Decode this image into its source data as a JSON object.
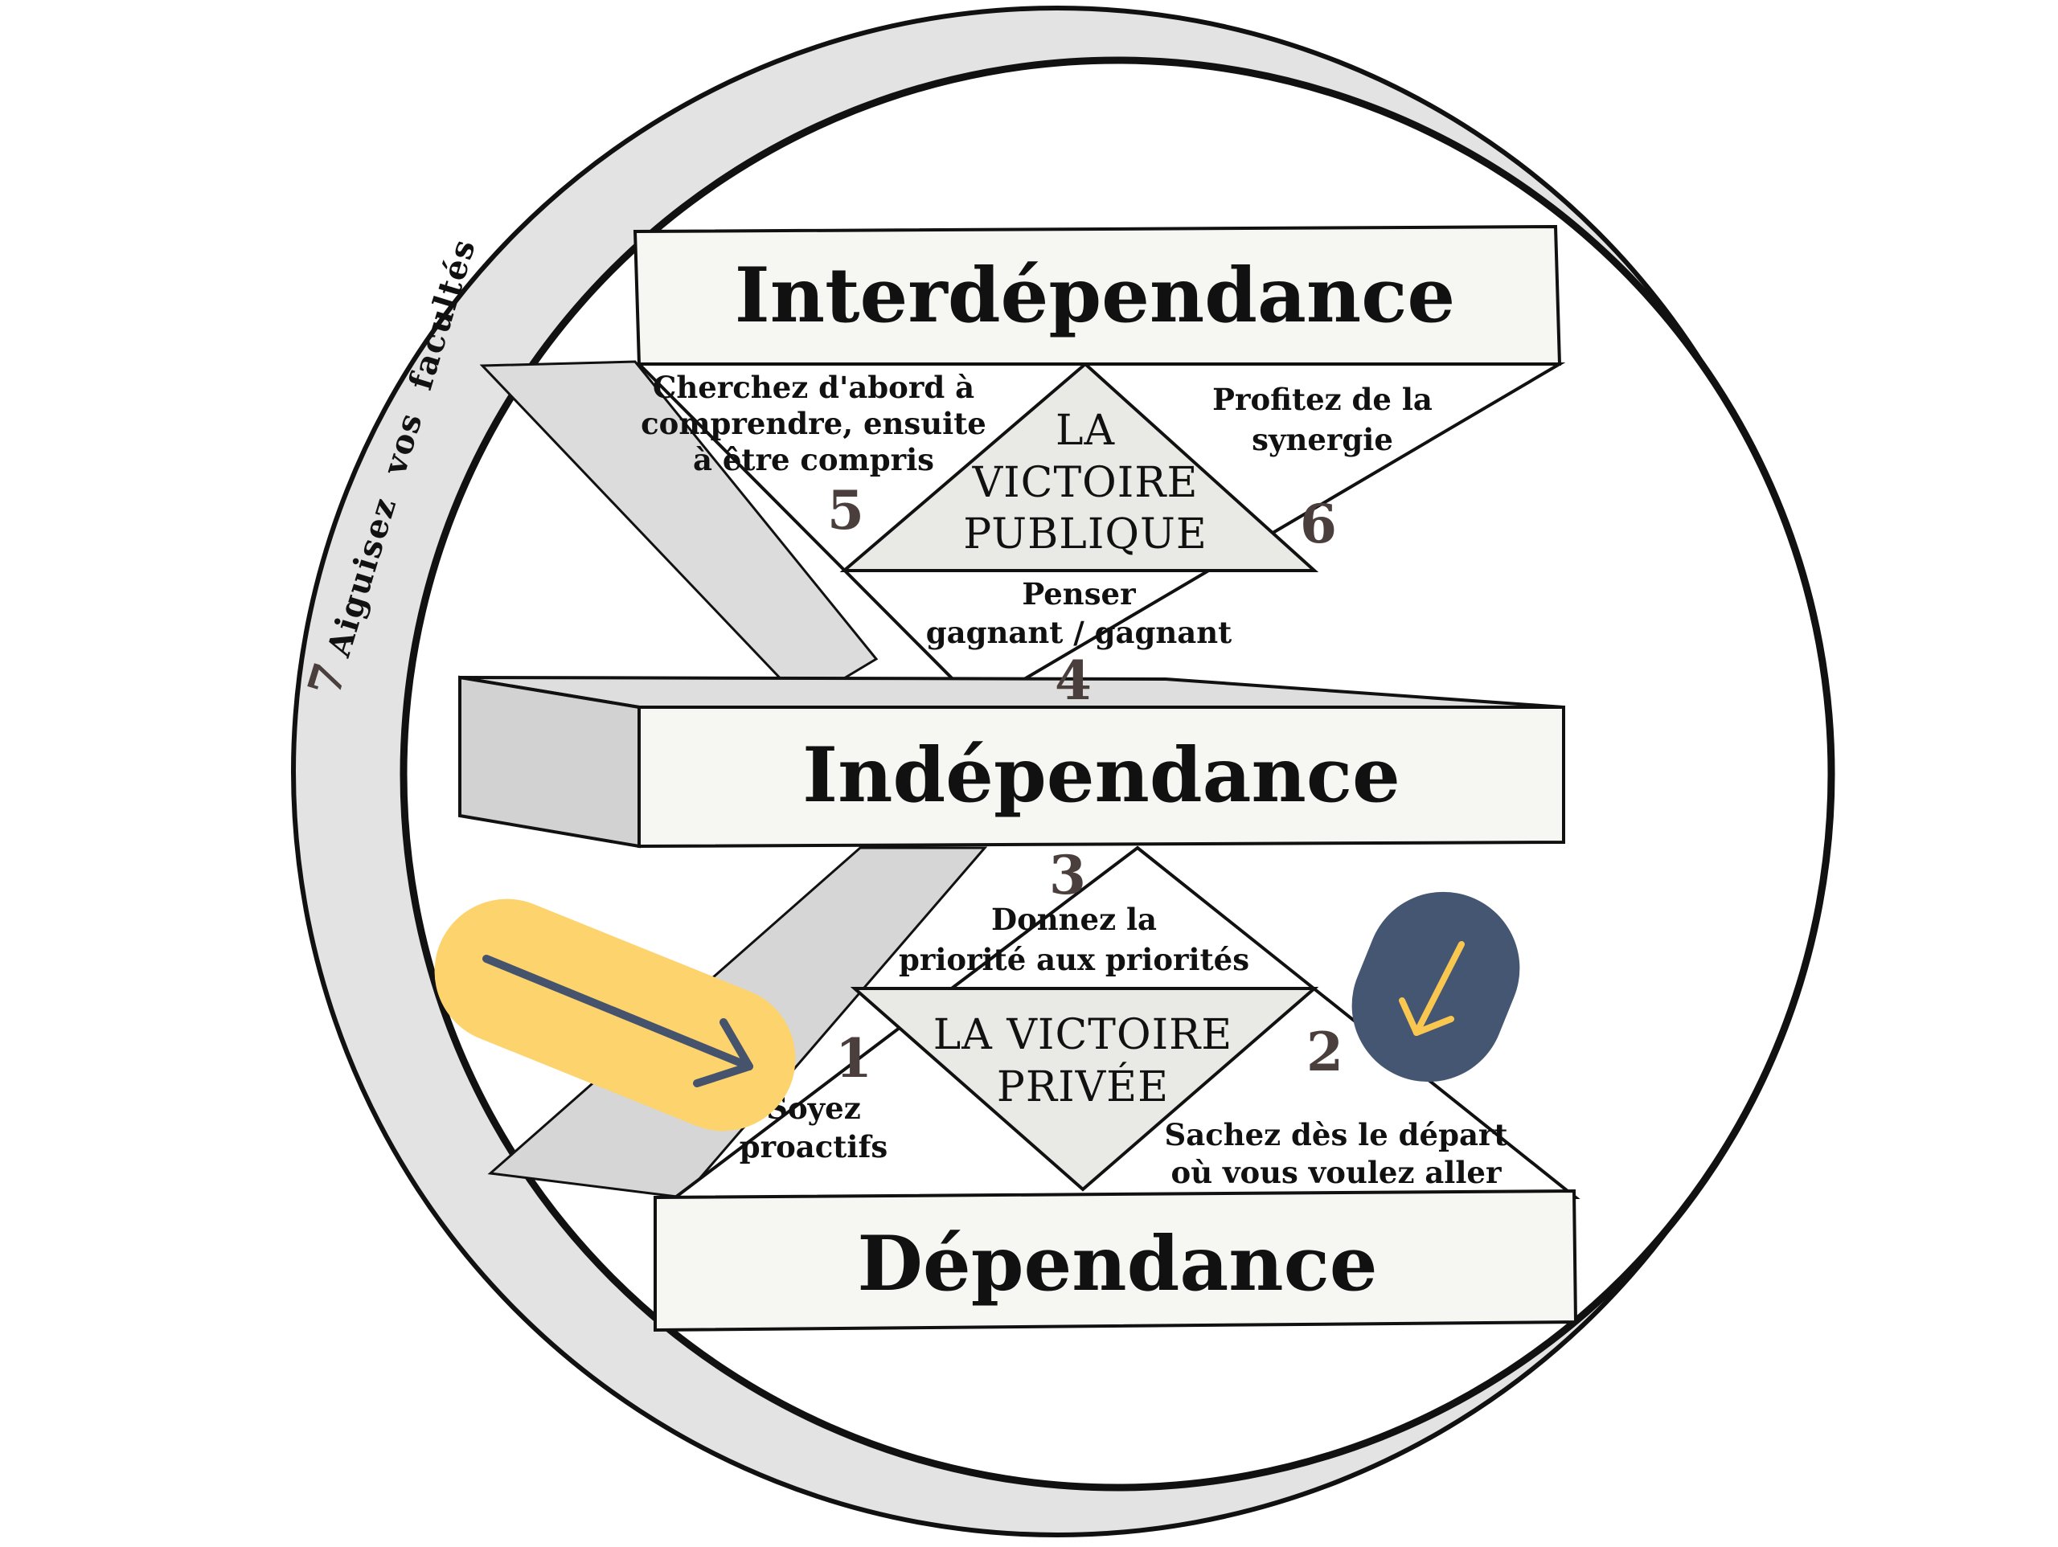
{
  "colors": {
    "background": "#ffffff",
    "box_fill": "#f6f6f3",
    "band_fill": "#dcdcdc",
    "ring_fill": "#e3e3e3",
    "line": "#111111",
    "number": "#4a3f3c",
    "accent_yellow": "#fcd36d",
    "accent_navy": "#445671",
    "accent_stroke": "#46536c",
    "check_stroke": "#f9c74f"
  },
  "levels": {
    "interdependance": "Interdépendance",
    "independance": "Indépendance",
    "dependance": "Dépendance"
  },
  "victories": {
    "public": [
      "LA",
      "VICTOIRE",
      "PUBLIQUE"
    ],
    "private": [
      "LA VICTOIRE",
      "PRIVÉE"
    ]
  },
  "habits": {
    "h1": {
      "number": "1",
      "lines": [
        "Soyez",
        "proactifs"
      ]
    },
    "h2": {
      "number": "2",
      "lines": [
        "Sachez dès le départ",
        "où vous voulez aller"
      ]
    },
    "h3": {
      "number": "3",
      "lines": [
        "Donnez la",
        "priorité aux priorités"
      ]
    },
    "h4": {
      "number": "4",
      "lines": [
        "Penser",
        "gagnant / gagnant"
      ]
    },
    "h5": {
      "number": "5",
      "lines": [
        "Cherchez d'abord à",
        "comprendre, ensuite",
        "à être compris"
      ]
    },
    "h6": {
      "number": "6",
      "lines": [
        "Profitez de la",
        "synergie"
      ]
    },
    "h7": {
      "number": "7",
      "label": "Aiguisez  vos  facultés"
    }
  },
  "icons": {
    "arrow": "arrow-right-icon",
    "check": "checkmark-icon"
  }
}
